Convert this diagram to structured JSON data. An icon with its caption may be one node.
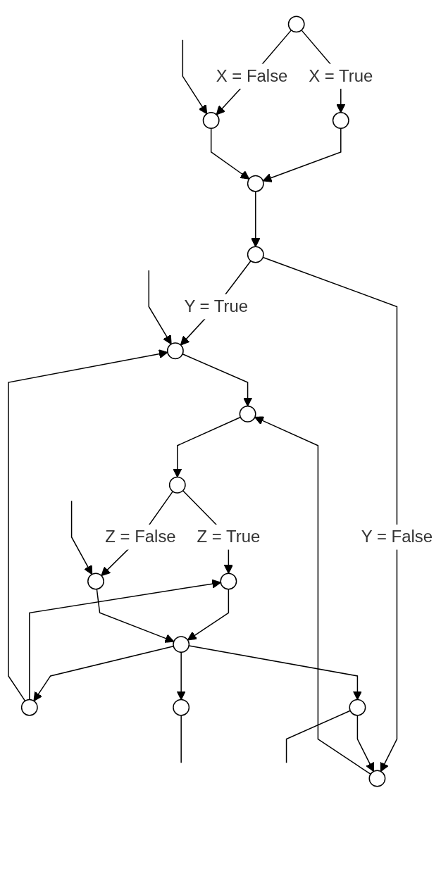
{
  "diagram": {
    "nodes": [
      {
        "text": [],
        "shape": "circle"
      },
      {
        "text": [],
        "shape": "circle"
      },
      {
        "text": [],
        "shape": "circle"
      },
      {
        "text": [],
        "shape": "circle"
      },
      {
        "text": [],
        "shape": "circle"
      },
      {
        "text": [],
        "shape": "circle"
      },
      {
        "text": [],
        "shape": "circle"
      },
      {
        "text": [],
        "shape": "circle"
      },
      {
        "text": [],
        "shape": "circle"
      },
      {
        "text": [],
        "shape": "circle"
      },
      {
        "text": [],
        "shape": "circle"
      },
      {
        "text": [],
        "shape": "circle"
      },
      {
        "text": [],
        "shape": "circle"
      },
      {
        "text": [],
        "shape": "circle"
      },
      {
        "text": [],
        "shape": "circle"
      }
    ],
    "edges": [
      {
        "from": 0,
        "to": 1,
        "arrow": "to",
        "label": "X = True"
      },
      {
        "from": 0,
        "to": 2,
        "arrow": "to",
        "label": "X = False"
      },
      {
        "from": null,
        "to": 2,
        "arrow": "to"
      },
      {
        "from": 1,
        "to": 3,
        "arrow": "to"
      },
      {
        "from": 2,
        "to": 3,
        "arrow": "to"
      },
      {
        "from": 3,
        "to": 4,
        "arrow": "to"
      },
      {
        "from": 4,
        "to": 5,
        "arrow": "to",
        "label": "Y = True"
      },
      {
        "from": 4,
        "to": 6,
        "arrow": "to",
        "label": "Y = False"
      },
      {
        "from": null,
        "to": 5,
        "arrow": "to"
      },
      {
        "from": 5,
        "to": 7,
        "arrow": "to"
      },
      {
        "from": 6,
        "to": 7,
        "arrow": "to"
      },
      {
        "from": 7,
        "to": 8,
        "arrow": "to"
      },
      {
        "from": 8,
        "to": 9,
        "arrow": "to",
        "label": "Z = True"
      },
      {
        "from": 8,
        "to": 10,
        "arrow": "to",
        "label": "Z = False"
      },
      {
        "from": null,
        "to": 10,
        "arrow": "to"
      },
      {
        "from": 9,
        "to": 11,
        "arrow": "to"
      },
      {
        "from": 10,
        "to": 11,
        "arrow": "to"
      },
      {
        "from": 11,
        "to": 12,
        "arrow": "to"
      },
      {
        "from": 11,
        "to": 13,
        "arrow": "to"
      },
      {
        "from": 11,
        "to": 14,
        "arrow": "to"
      },
      {
        "from": 12,
        "to": 9,
        "arrow": "to"
      },
      {
        "from": 12,
        "to": 5,
        "arrow": "to"
      },
      {
        "from": 14,
        "to": 6,
        "arrow": "to"
      },
      {
        "from": 14,
        "to": null,
        "arrow": "none"
      },
      {
        "from": 13,
        "to": null,
        "arrow": "none"
      }
    ]
  }
}
